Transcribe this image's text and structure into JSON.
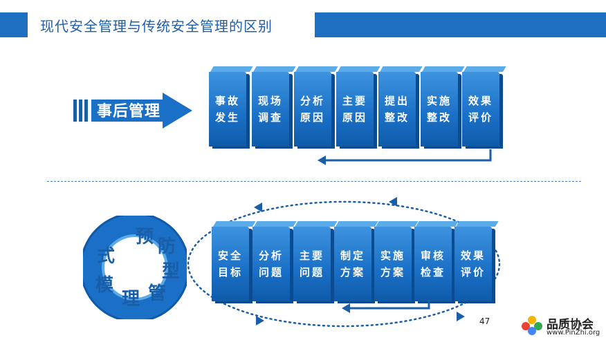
{
  "title": "现代安全管理与传统安全管理的区别",
  "top_section": {
    "label": "事后管理",
    "steps": [
      {
        "line1": "事故",
        "line2": "发生"
      },
      {
        "line1": "现场",
        "line2": "调查"
      },
      {
        "line1": "分析",
        "line2": "原因"
      },
      {
        "line1": "主要",
        "line2": "原因"
      },
      {
        "line1": "提出",
        "line2": "整改"
      },
      {
        "line1": "实施",
        "line2": "整改"
      },
      {
        "line1": "效果",
        "line2": "评价"
      }
    ]
  },
  "bottom_section": {
    "ring_chars": [
      "预",
      "防",
      "型",
      "管",
      "理",
      "模",
      "式"
    ],
    "steps": [
      {
        "line1": "安全",
        "line2": "目标"
      },
      {
        "line1": "分析",
        "line2": "问题"
      },
      {
        "line1": "主要",
        "line2": "问题"
      },
      {
        "line1": "制定",
        "line2": "方案"
      },
      {
        "line1": "实施",
        "line2": "方案"
      },
      {
        "line1": "审核",
        "line2": "检查"
      },
      {
        "line1": "效果",
        "line2": "评价"
      }
    ]
  },
  "page_number": "47",
  "logo": {
    "name": "品质协会",
    "url": "www.PinZhi.org"
  },
  "colors": {
    "accent": "#1e6fc1",
    "title_text": "#1e5fa8",
    "block": "#1a6fc6"
  }
}
